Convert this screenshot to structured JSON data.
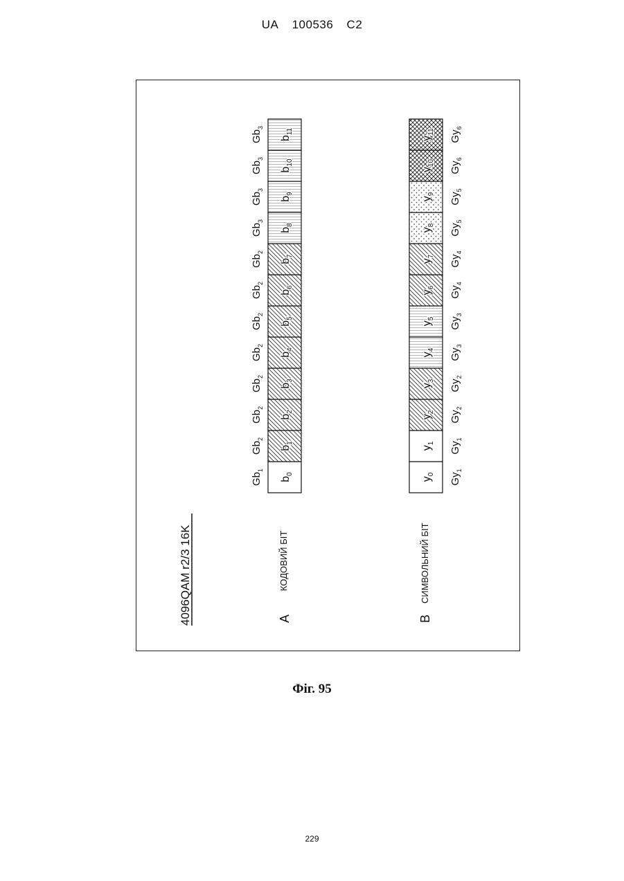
{
  "header": {
    "country": "UA",
    "number": "100536",
    "kind": "C2"
  },
  "diagram": {
    "title": "4096QAM r2/3 16K",
    "section_a": {
      "letter": "A",
      "label": "КОДОВИЙ БІТ",
      "cells": [
        {
          "base": "b",
          "sub": "0",
          "group": "Gb",
          "group_sub": "1",
          "pattern": "plain"
        },
        {
          "base": "b",
          "sub": "1",
          "group": "Gb",
          "group_sub": "2",
          "pattern": "diag"
        },
        {
          "base": "b",
          "sub": "2",
          "group": "Gb",
          "group_sub": "2",
          "pattern": "diag"
        },
        {
          "base": "b",
          "sub": "3",
          "group": "Gb",
          "group_sub": "2",
          "pattern": "diag"
        },
        {
          "base": "b",
          "sub": "4",
          "group": "Gb",
          "group_sub": "2",
          "pattern": "diag"
        },
        {
          "base": "b",
          "sub": "5",
          "group": "Gb",
          "group_sub": "2",
          "pattern": "diag"
        },
        {
          "base": "b",
          "sub": "6",
          "group": "Gb",
          "group_sub": "2",
          "pattern": "diag"
        },
        {
          "base": "b",
          "sub": "7",
          "group": "Gb",
          "group_sub": "2",
          "pattern": "diag"
        },
        {
          "base": "b",
          "sub": "8",
          "group": "Gb",
          "group_sub": "3",
          "pattern": "horiz"
        },
        {
          "base": "b",
          "sub": "9",
          "group": "Gb",
          "group_sub": "3",
          "pattern": "horiz"
        },
        {
          "base": "b",
          "sub": "10",
          "group": "Gb",
          "group_sub": "3",
          "pattern": "horiz"
        },
        {
          "base": "b",
          "sub": "11",
          "group": "Gb",
          "group_sub": "3",
          "pattern": "horiz"
        }
      ]
    },
    "section_b": {
      "letter": "B",
      "label": "СИМВОЛЬНИЙ БІТ",
      "cells": [
        {
          "base": "y",
          "sub": "0",
          "group": "Gy",
          "group_sub": "1",
          "pattern": "plain"
        },
        {
          "base": "y",
          "sub": "1",
          "group": "Gy",
          "group_sub": "1",
          "pattern": "plain"
        },
        {
          "base": "y",
          "sub": "2",
          "group": "Gy",
          "group_sub": "2",
          "pattern": "diag"
        },
        {
          "base": "y",
          "sub": "3",
          "group": "Gy",
          "group_sub": "2",
          "pattern": "diag"
        },
        {
          "base": "y",
          "sub": "4",
          "group": "Gy",
          "group_sub": "3",
          "pattern": "horiz"
        },
        {
          "base": "y",
          "sub": "5",
          "group": "Gy",
          "group_sub": "3",
          "pattern": "horiz"
        },
        {
          "base": "y",
          "sub": "6",
          "group": "Gy",
          "group_sub": "4",
          "pattern": "diag"
        },
        {
          "base": "y",
          "sub": "7",
          "group": "Gy",
          "group_sub": "4",
          "pattern": "diag"
        },
        {
          "base": "y",
          "sub": "8",
          "group": "Gy",
          "group_sub": "5",
          "pattern": "dots"
        },
        {
          "base": "y",
          "sub": "9",
          "group": "Gy",
          "group_sub": "5",
          "pattern": "dots"
        },
        {
          "base": "y",
          "sub": "10",
          "group": "Gy",
          "group_sub": "6",
          "pattern": "cross"
        },
        {
          "base": "y",
          "sub": "11",
          "group": "Gy",
          "group_sub": "6",
          "pattern": "cross"
        }
      ]
    }
  },
  "caption": "Фіг. 95",
  "page_number": "229"
}
